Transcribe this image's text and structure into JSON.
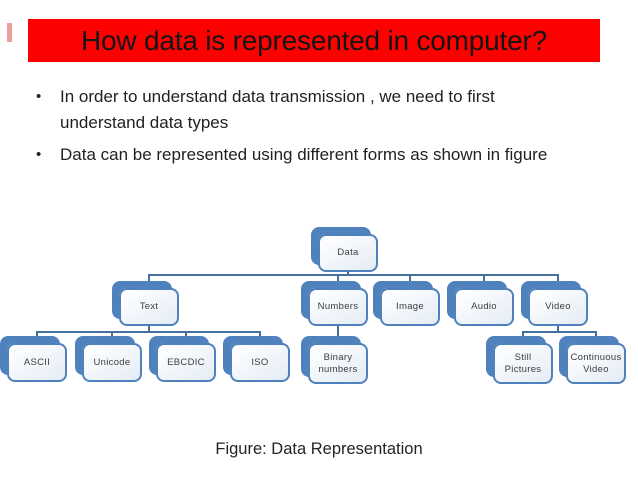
{
  "slide": {
    "title": "How data is represented in computer?",
    "bullet_glyph": "•",
    "bullets": [
      "In order to understand data transmission , we need to first understand data types",
      "Data can be represented using different forms as shown in figure"
    ],
    "caption": "Figure: Data Representation"
  },
  "colors": {
    "title_bg": "#fd0000",
    "title_text": "#151515",
    "node_accent": "#4f81bd",
    "node_fill": "#e6edf6",
    "connector": "#45709d",
    "body_text": "#212121"
  },
  "diagram": {
    "nodes": [
      {
        "id": "data",
        "label": "Data"
      },
      {
        "id": "text",
        "label": "Text"
      },
      {
        "id": "numbers",
        "label": "Numbers"
      },
      {
        "id": "image",
        "label": "Image"
      },
      {
        "id": "audio",
        "label": "Audio"
      },
      {
        "id": "video",
        "label": "Video"
      },
      {
        "id": "ascii",
        "label": "ASCII"
      },
      {
        "id": "unicode",
        "label": "Unicode"
      },
      {
        "id": "ebcdic",
        "label": "EBCDIC"
      },
      {
        "id": "iso",
        "label": "ISO"
      },
      {
        "id": "binary-numbers",
        "label": "Binary\nnumbers"
      },
      {
        "id": "still-pictures",
        "label": "Still\nPictures"
      },
      {
        "id": "continuous-video",
        "label": "Continuous\nVideo"
      }
    ],
    "hierarchy": {
      "label": "Data",
      "children": [
        {
          "label": "Text",
          "children": [
            {
              "label": "ASCII"
            },
            {
              "label": "Unicode"
            },
            {
              "label": "EBCDIC"
            },
            {
              "label": "ISO"
            }
          ]
        },
        {
          "label": "Numbers",
          "children": [
            {
              "label": "Binary numbers"
            }
          ]
        },
        {
          "label": "Image"
        },
        {
          "label": "Audio"
        },
        {
          "label": "Video",
          "children": [
            {
              "label": "Still Pictures"
            },
            {
              "label": "Continuous Video"
            }
          ]
        }
      ]
    }
  }
}
